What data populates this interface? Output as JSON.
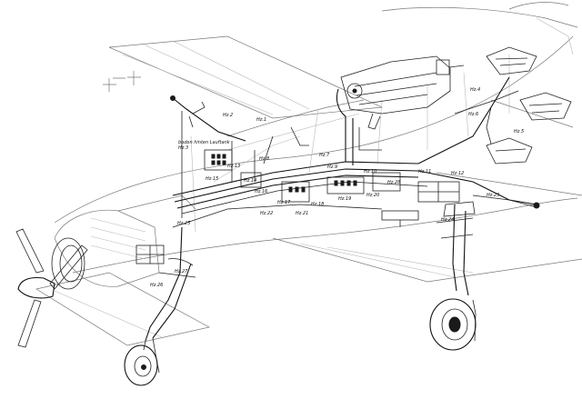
{
  "figure": {
    "labels": [
      {
        "id": "hz-2a",
        "text": "Hz.2"
      },
      {
        "id": "hz-1",
        "text": "Hz.1"
      },
      {
        "id": "boden-label",
        "text": "boden hinten Lauftank"
      },
      {
        "id": "hz-3",
        "text": "Hz.3"
      },
      {
        "id": "hz-4",
        "text": "Hz.4"
      },
      {
        "id": "hz-6",
        "text": "Hz.6"
      },
      {
        "id": "hz-5",
        "text": "Hz.5"
      },
      {
        "id": "hz-7",
        "text": "Hz.7"
      },
      {
        "id": "hz-8",
        "text": "Hz.8"
      },
      {
        "id": "hz-9",
        "text": "Hz.9"
      },
      {
        "id": "hz-10",
        "text": "Hz.10"
      },
      {
        "id": "hz-11",
        "text": "Hz.11"
      },
      {
        "id": "hz-12",
        "text": "Hz.12"
      },
      {
        "id": "hz-13",
        "text": "Hz.13"
      },
      {
        "id": "hz-14",
        "text": "Hz.14"
      },
      {
        "id": "hz-15",
        "text": "Hz.15"
      },
      {
        "id": "hz-16",
        "text": "Hz.16"
      },
      {
        "id": "hz-17",
        "text": "Hz.17"
      },
      {
        "id": "hz-18",
        "text": "Hz.18"
      },
      {
        "id": "hz-19",
        "text": "Hz.19"
      },
      {
        "id": "hz-20",
        "text": "Hz.20"
      },
      {
        "id": "hz-21",
        "text": "Hz.21"
      },
      {
        "id": "hz-22",
        "text": "Hz.22"
      },
      {
        "id": "hz-23",
        "text": "Hz.23"
      },
      {
        "id": "hz-24",
        "text": "Hz.24"
      },
      {
        "id": "hz-25",
        "text": "Hz.25"
      },
      {
        "id": "hz-26",
        "text": "Hz.26"
      },
      {
        "id": "hz-27",
        "text": "Hz.27"
      },
      {
        "id": "hz-28",
        "text": "Hz.28"
      }
    ]
  }
}
